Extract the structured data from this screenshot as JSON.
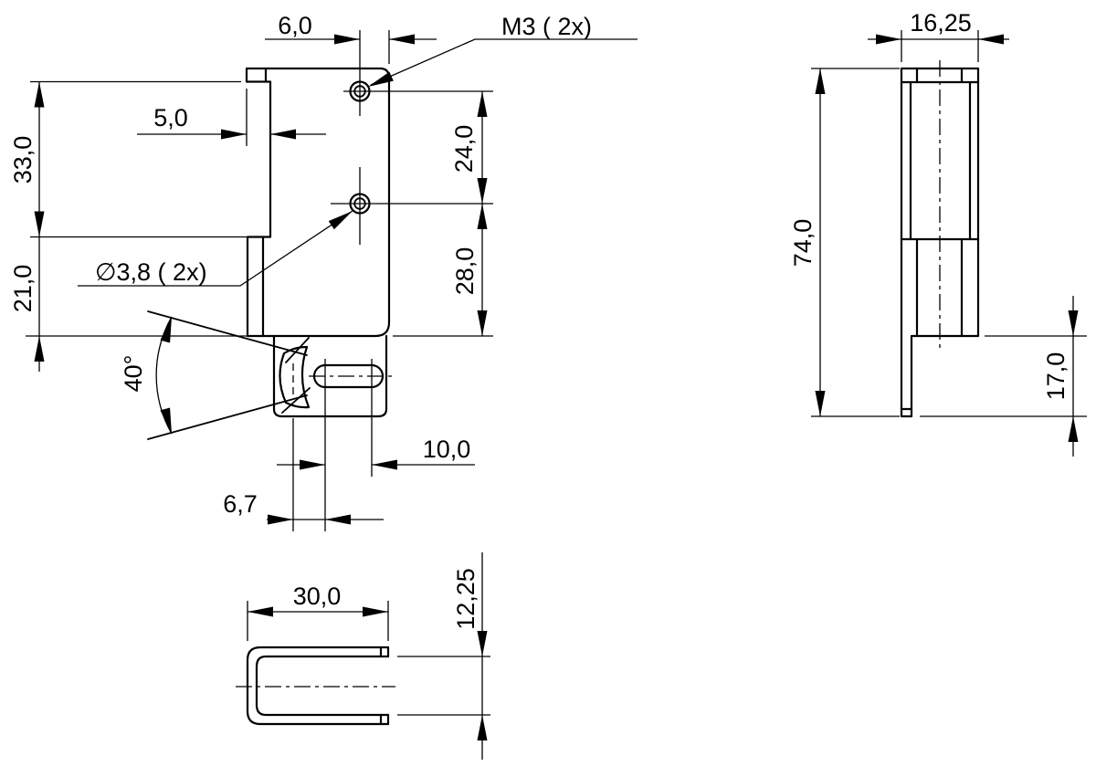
{
  "drawing_type": "technical dimensional drawing",
  "units_style": "mm (decimal comma)",
  "colors": {
    "line": "#000000",
    "background": "#ffffff"
  },
  "front_view": {
    "label_hole_offset": "6,0",
    "label_tab_width": "5,0",
    "label_upper_height": "33,0",
    "label_lower_height": "21,0",
    "label_hole_spacing": "24,0",
    "label_hole_to_bottom": "28,0",
    "callout_thread": "M3 ( 2x)",
    "callout_hole_dia": "∅3,8 ( 2x)",
    "label_beam_angle": "40°",
    "label_slot_length": "10,0",
    "label_lens_to_slot": "6,7"
  },
  "side_view": {
    "label_depth": "16,25",
    "label_total_height": "74,0",
    "label_foot_height": "17,0"
  },
  "bottom_view": {
    "label_width": "30,0",
    "label_depth": "12,25"
  }
}
